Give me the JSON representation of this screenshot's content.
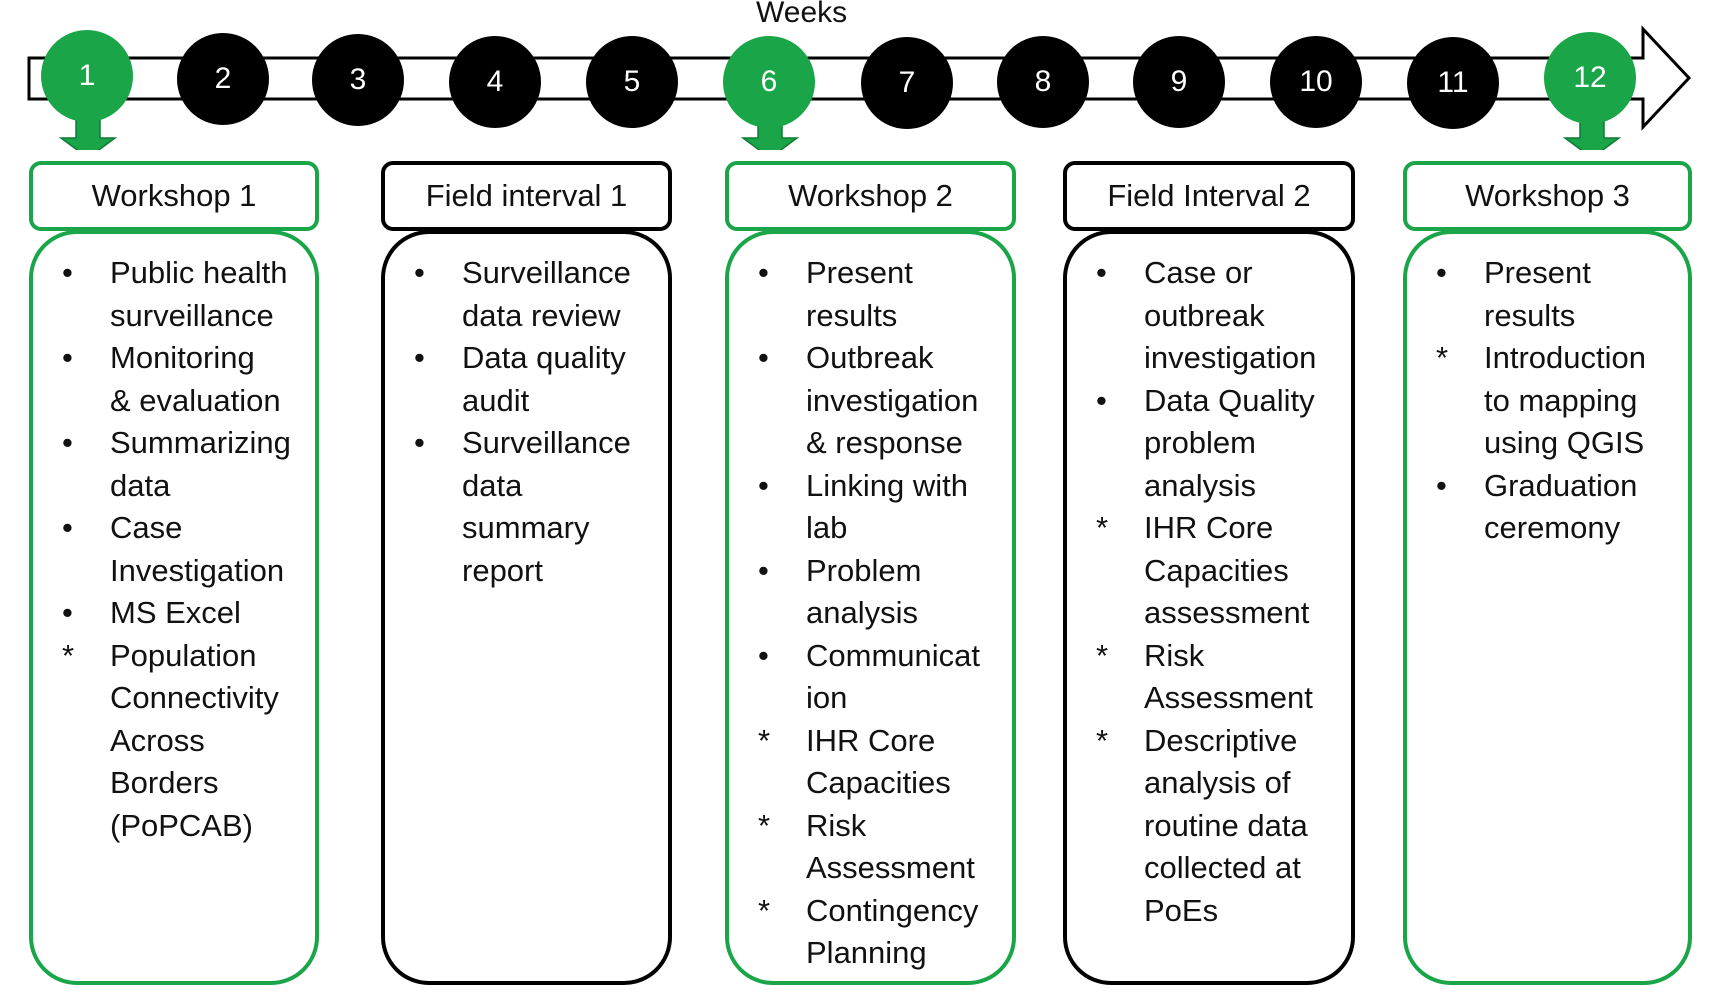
{
  "timeline": {
    "label": "Weeks",
    "weeks": [
      "1",
      "2",
      "3",
      "4",
      "5",
      "6",
      "7",
      "8",
      "9",
      "10",
      "11",
      "12"
    ],
    "highlighted_weeks": [
      "1",
      "6",
      "12"
    ]
  },
  "colors": {
    "workshop": "#1aa548",
    "field": "#000000",
    "week_circle": "#000000",
    "arrow_fill": "#ffffff"
  },
  "markers": {
    "bullet": "•",
    "asterisk": "*"
  },
  "phases": [
    {
      "title": "Workshop 1",
      "type": "workshop",
      "items": [
        {
          "marker": "•",
          "lines": [
            "Public health",
            "surveillance"
          ]
        },
        {
          "marker": "•",
          "lines": [
            "Monitoring",
            "& evaluation"
          ]
        },
        {
          "marker": "•",
          "lines": [
            "Summarizing",
            "data"
          ]
        },
        {
          "marker": "•",
          "lines": [
            "Case",
            "Investigation"
          ]
        },
        {
          "marker": "•",
          "lines": [
            "MS Excel"
          ]
        },
        {
          "marker": "*",
          "lines": [
            "Population",
            "Connectivity",
            "Across",
            "Borders",
            "(PoPCAB)"
          ]
        }
      ]
    },
    {
      "title": "Field interval 1",
      "type": "field",
      "items": [
        {
          "marker": "•",
          "lines": [
            "Surveillance",
            "data review"
          ]
        },
        {
          "marker": "•",
          "lines": [
            "Data quality",
            "audit"
          ]
        },
        {
          "marker": "•",
          "lines": [
            "Surveillance",
            "data",
            "summary",
            "report"
          ]
        }
      ]
    },
    {
      "title": "Workshop 2",
      "type": "workshop",
      "items": [
        {
          "marker": "•",
          "lines": [
            "Present",
            "results"
          ]
        },
        {
          "marker": "•",
          "lines": [
            "Outbreak",
            "investigation",
            "& response"
          ]
        },
        {
          "marker": "•",
          "lines": [
            "Linking with",
            "lab"
          ]
        },
        {
          "marker": "•",
          "lines": [
            "Problem",
            "analysis"
          ]
        },
        {
          "marker": "•",
          "lines": [
            "Communicat",
            "ion"
          ]
        },
        {
          "marker": "*",
          "lines": [
            "IHR Core",
            "Capacities"
          ]
        },
        {
          "marker": "*",
          "lines": [
            "Risk",
            "Assessment"
          ]
        },
        {
          "marker": "*",
          "lines": [
            "Contingency",
            "Planning"
          ]
        }
      ]
    },
    {
      "title": "Field Interval 2",
      "type": "field",
      "items": [
        {
          "marker": "•",
          "lines": [
            "Case or",
            "outbreak",
            "investigation"
          ]
        },
        {
          "marker": "•",
          "lines": [
            "Data Quality",
            "problem",
            "analysis"
          ]
        },
        {
          "marker": "*",
          "lines": [
            "IHR Core",
            "Capacities",
            "assessment"
          ]
        },
        {
          "marker": "*",
          "lines": [
            "Risk",
            "Assessment"
          ]
        },
        {
          "marker": "*",
          "lines": [
            "Descriptive",
            "analysis of",
            "routine data",
            "collected at",
            "PoEs"
          ]
        }
      ]
    },
    {
      "title": "Workshop 3",
      "type": "workshop",
      "items": [
        {
          "marker": "•",
          "lines": [
            "Present",
            "results"
          ]
        },
        {
          "marker": "*",
          "lines": [
            "Introduction",
            "to mapping",
            "using QGIS"
          ]
        },
        {
          "marker": "•",
          "lines": [
            "Graduation",
            "ceremony"
          ]
        }
      ]
    }
  ]
}
